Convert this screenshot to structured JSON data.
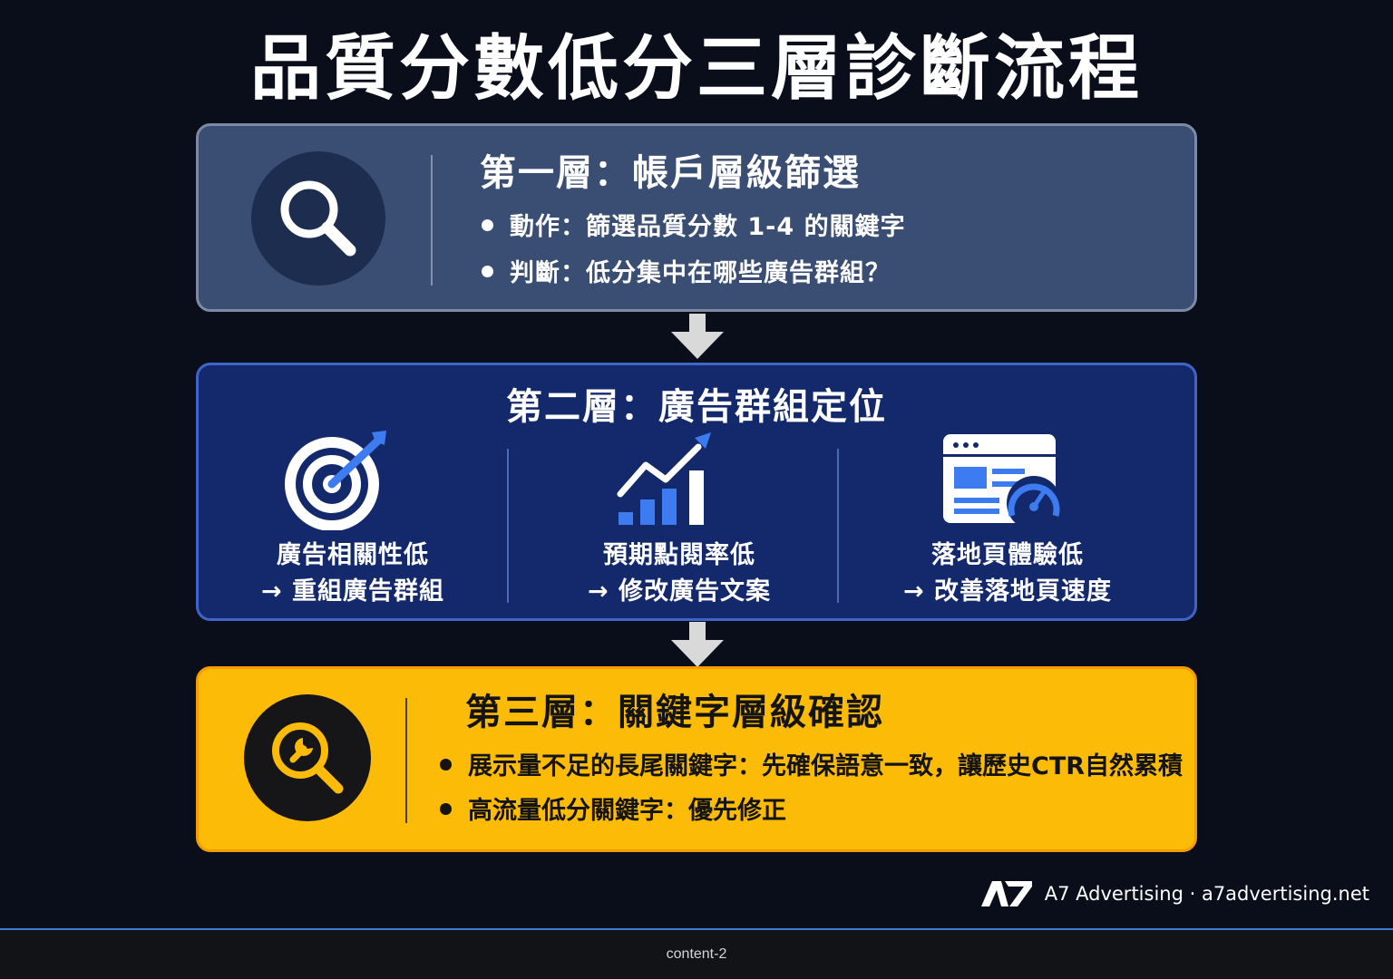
{
  "title": "品質分數低分三層診斷流程",
  "layer1": {
    "heading": "第一層：帳戶層級篩選",
    "bullets": [
      "動作：篩選品質分數 1-4 的關鍵字",
      "判斷：低分集中在哪些廣告群組？"
    ],
    "icon": "search-icon"
  },
  "layer2": {
    "heading": "第二層：廣告群組定位",
    "columns": [
      {
        "icon": "target-icon",
        "line1": "廣告相關性低",
        "line2": "→ 重組廣告群組"
      },
      {
        "icon": "growth-chart-icon",
        "line1": "預期點閱率低",
        "line2": "→ 修改廣告文案"
      },
      {
        "icon": "webpage-speed-icon",
        "line1": "落地頁體驗低",
        "line2": "→ 改善落地頁速度"
      }
    ]
  },
  "layer3": {
    "heading": "第三層：關鍵字層級確認",
    "bullets": [
      "展示量不足的長尾關鍵字：先確保語意一致，讓歷史CTR自然累積",
      "高流量低分關鍵字：優先修正"
    ],
    "icon": "wrench-search-icon"
  },
  "footer": {
    "brand": "A7 Advertising · a7advertising.net",
    "logo": "A7"
  },
  "caption": "content-2",
  "colors": {
    "background": "#0a0e1a",
    "layer1": "#3a4d72",
    "layer2": "#13296b",
    "layer3": "#fcbb06",
    "accent_blue": "#3d7cf0"
  }
}
